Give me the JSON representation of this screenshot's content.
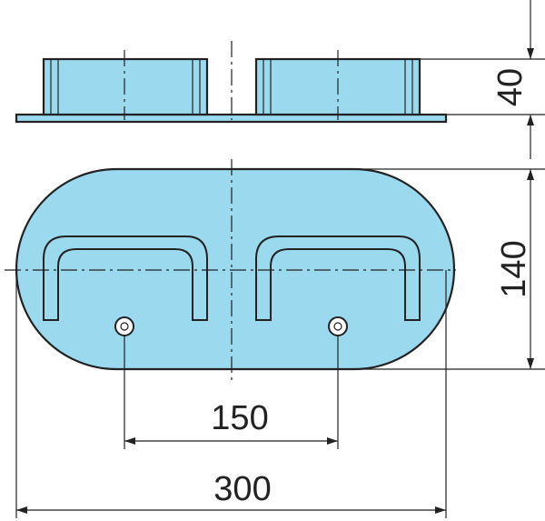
{
  "drawing": {
    "fill_color": "#9ad9ee",
    "line_color": "#222222",
    "views": [
      "side-view",
      "top-view"
    ],
    "dimensions": {
      "height": "40",
      "width": "140",
      "hole_spacing": "150",
      "overall_length": "300"
    }
  }
}
